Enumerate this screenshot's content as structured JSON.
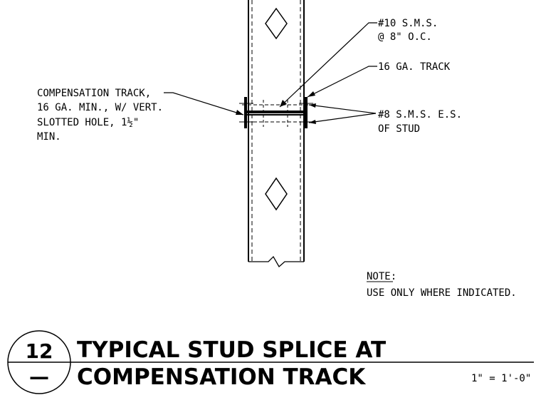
{
  "callouts": {
    "sms10": [
      "#10 S.M.S.",
      "@ 8\" O.C."
    ],
    "track16": "16 GA. TRACK",
    "compensation": [
      "COMPENSATION TRACK,",
      "16 GA. MIN., W/ VERT.",
      "SLOTTED HOLE, 1½\"",
      "MIN."
    ],
    "sms8": [
      "#8 S.M.S. E.S.",
      "OF STUD"
    ]
  },
  "note": {
    "heading": "NOTE:",
    "text": "USE ONLY WHERE INDICATED."
  },
  "title_block": {
    "detail_number": "12",
    "sheet_reference": "—",
    "title_line1": "TYPICAL STUD SPLICE AT",
    "title_line2": "COMPENSATION TRACK",
    "scale": "1\" = 1'-0\""
  }
}
